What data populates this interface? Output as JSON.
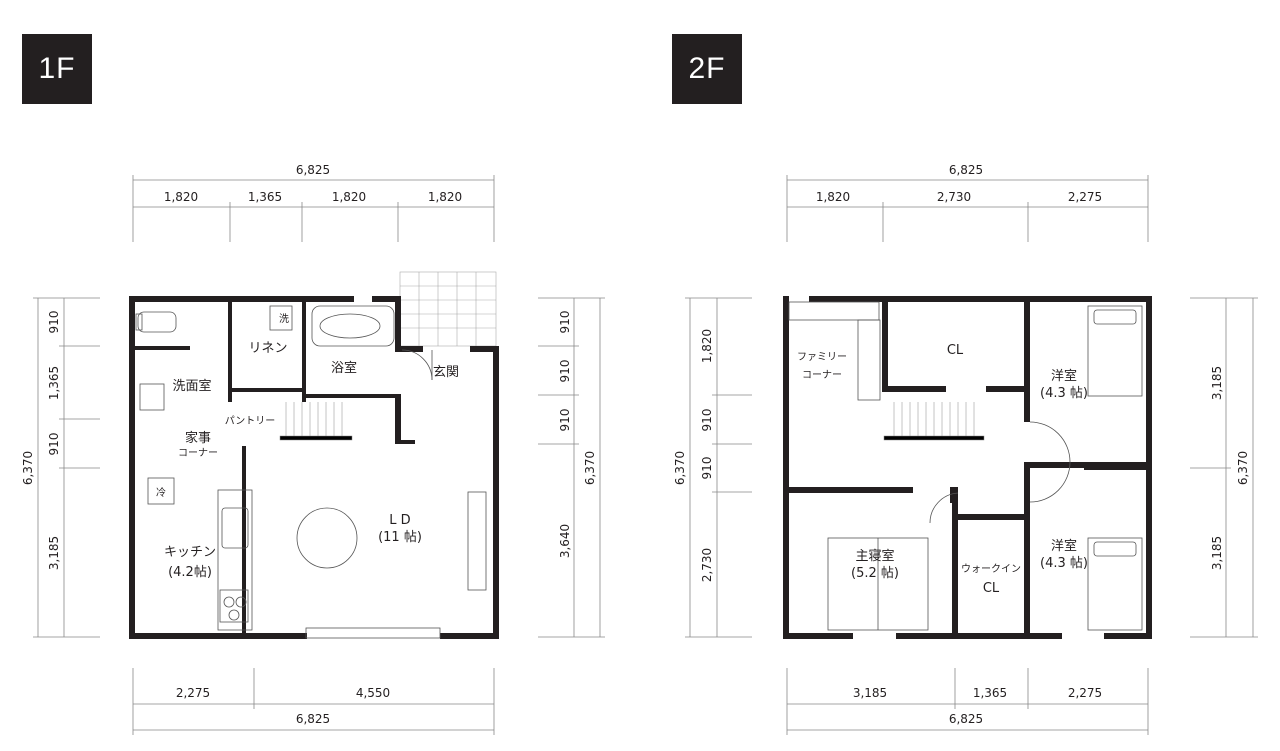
{
  "floor1": {
    "badge": "1F",
    "top_total": "6,825",
    "top_segments": [
      "1,820",
      "1,365",
      "1,820",
      "1,820"
    ],
    "bottom_segments": [
      "2,275",
      "4,550"
    ],
    "bottom_total": "6,825",
    "left_total": "6,370",
    "left_segments": [
      "910",
      "1,365",
      "910",
      "3,185"
    ],
    "right_total": "6,370",
    "right_segments": [
      "910",
      "910",
      "910",
      "3,640"
    ],
    "rooms": {
      "wash_small": "洗",
      "linen": "リネン",
      "bath": "浴室",
      "entrance": "玄関",
      "washroom": "洗面室",
      "pantry": "パントリー",
      "housework_1": "家事",
      "housework_2": "コーナー",
      "fridge": "冷",
      "kitchen_1": "キッチン",
      "kitchen_2": "(4.2帖)",
      "ld_1": "L D",
      "ld_2": "(11 帖)"
    }
  },
  "floor2": {
    "badge": "2F",
    "top_total": "6,825",
    "top_segments": [
      "1,820",
      "2,730",
      "2,275"
    ],
    "bottom_segments": [
      "3,185",
      "1,365",
      "2,275"
    ],
    "bottom_total": "6,825",
    "left_total": "6,370",
    "left_segments": [
      "1,820",
      "910",
      "910",
      "2,730"
    ],
    "right_total": "6,370",
    "right_segments": [
      "3,185",
      "3,185"
    ],
    "rooms": {
      "family_1": "ファミリー",
      "family_2": "コーナー",
      "closet": "CL",
      "western_a_1": "洋室",
      "western_a_2": "(4.3 帖)",
      "master_1": "主寝室",
      "master_2": "(5.2 帖)",
      "walkin_1": "ウォークイン",
      "walkin_2": "CL",
      "western_b_1": "洋室",
      "western_b_2": "(4.3 帖)"
    }
  }
}
